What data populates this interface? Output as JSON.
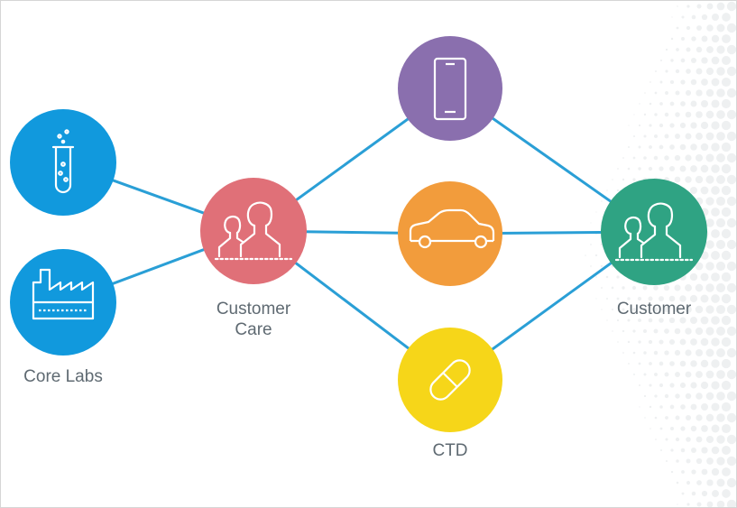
{
  "colors": {
    "connector": "#2a9fd6",
    "core_labs_lab": "#1199dd",
    "core_labs_factory": "#1199dd",
    "customer_care": "#e07078",
    "mobile": "#8a6fae",
    "car": "#f29c3c",
    "ctd": "#f6d619",
    "customer": "#2fa383",
    "icon_stroke": "#ffffff",
    "dot_pattern": "#eef0f1"
  },
  "nodes": [
    {
      "id": "core-labs-lab",
      "icon": "test-tube-icon"
    },
    {
      "id": "core-labs-factory",
      "icon": "factory-icon"
    },
    {
      "id": "customer-care",
      "icon": "people-icon"
    },
    {
      "id": "mobile",
      "icon": "smartphone-icon"
    },
    {
      "id": "car",
      "icon": "car-icon"
    },
    {
      "id": "ctd",
      "icon": "pill-icon"
    },
    {
      "id": "customer",
      "icon": "people-icon"
    }
  ],
  "labels": {
    "core_labs": "Core Labs",
    "customer_care": "Customer\nCare",
    "customer": "Customer",
    "ctd": "CTD"
  }
}
